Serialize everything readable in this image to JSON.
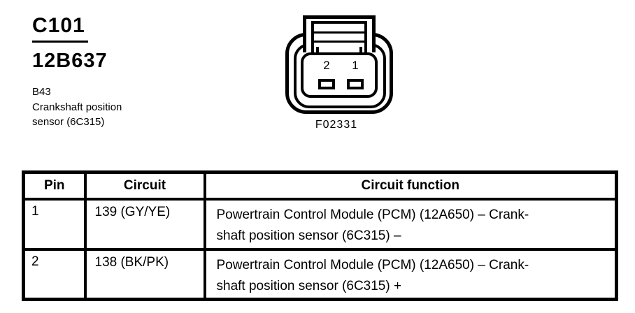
{
  "header": {
    "connector_id": "C101",
    "part_number": "12B637",
    "location_code": "B43",
    "description_lines": [
      "Crankshaft position",
      "sensor (6C315)"
    ]
  },
  "connector_figure": {
    "figure_id": "F02331",
    "pin_labels": [
      "2",
      "1"
    ]
  },
  "pin_table": {
    "columns": [
      "Pin",
      "Circuit",
      "Circuit function"
    ],
    "rows": [
      {
        "pin": "1",
        "circuit": "139 (GY/YE)",
        "function_lines": [
          "Powertrain Control Module (PCM) (12A650) – Crank-",
          "shaft position sensor (6C315) –"
        ]
      },
      {
        "pin": "2",
        "circuit": "138 (BK/PK)",
        "function_lines": [
          "Powertrain Control Module (PCM) (12A650) – Crank-",
          "shaft position sensor (6C315) +"
        ]
      }
    ]
  },
  "colors": {
    "ink": "#000000",
    "paper": "#ffffff"
  }
}
